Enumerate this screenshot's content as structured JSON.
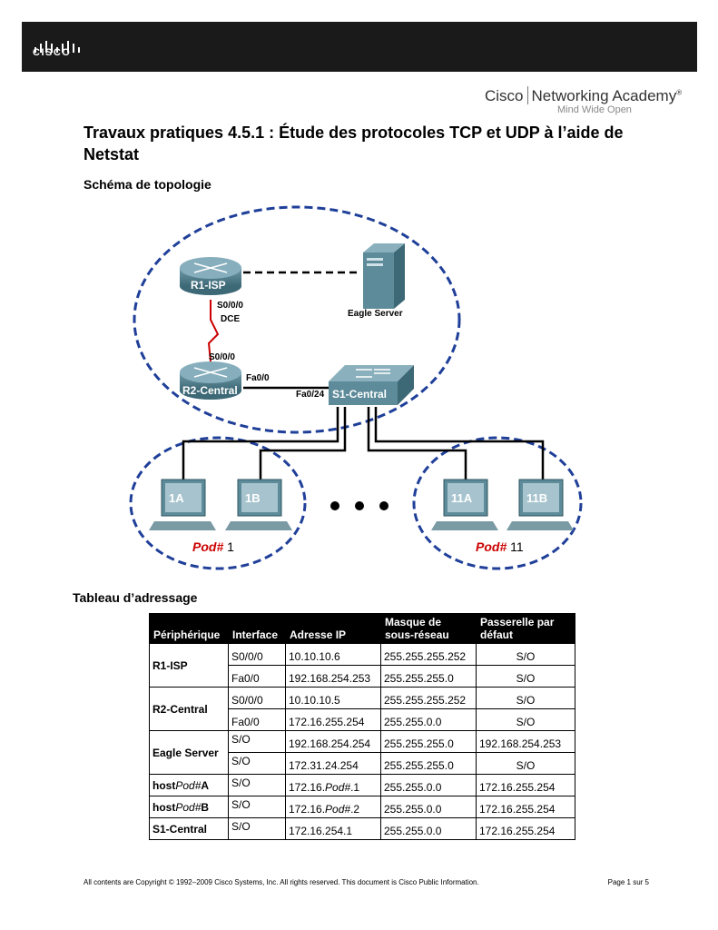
{
  "header": {
    "cisco_wordmark": "CISCO",
    "academy_left": "Cisco",
    "academy_right": "Networking Academy",
    "academy_tagline": "Mind Wide Open"
  },
  "title": "Travaux pratiques 4.5.1 : Étude des protocoles TCP et UDP à l’aide de Netstat",
  "topology_heading": "Schéma de topologie",
  "topology": {
    "r1": "R1-ISP",
    "r2": "R2-Central",
    "switch": "S1-Central",
    "server": "Eagle Server",
    "r1_if": "S0/0/0",
    "dce": "DCE",
    "r2_s_if": "S0/0/0",
    "r2_fa_if": "Fa0/0",
    "sw_if": "Fa0/24",
    "hosts": [
      "1A",
      "1B",
      "11A",
      "11B"
    ],
    "pod1_label": "Pod#",
    "pod1_num": "1",
    "pod11_label": "Pod#",
    "pod11_num": "11",
    "colors": {
      "dashed_ellipse": "#1f3f99",
      "serial_link": "#cc0000",
      "pod_label": "#cc0000",
      "device": "#4d7e8c"
    }
  },
  "address_heading": "Tableau d’adressage",
  "address_table": {
    "headers": [
      "Périphérique",
      "Interface",
      "Adresse IP",
      "Masque de sous-réseau",
      "Passerelle par défaut"
    ],
    "rows": [
      {
        "device": "R1-ISP",
        "interface": "S0/0/0",
        "ip": "10.10.10.6",
        "mask": "255.255.255.252",
        "gw": "S/O"
      },
      {
        "device": "",
        "interface": "Fa0/0",
        "ip": "192.168.254.253",
        "mask": "255.255.255.0",
        "gw": "S/O"
      },
      {
        "device": "R2-Central",
        "interface": "S0/0/0",
        "ip": "10.10.10.5",
        "mask": "255.255.255.252",
        "gw": "S/O"
      },
      {
        "device": "",
        "interface": "Fa0/0",
        "ip": "172.16.255.254",
        "mask": "255.255.0.0",
        "gw": "S/O"
      },
      {
        "device": "Eagle Server",
        "interface": "S/O",
        "ip": "192.168.254.254",
        "mask": "255.255.255.0",
        "gw": "192.168.254.253"
      },
      {
        "device": "",
        "interface": "S/O",
        "ip": "172.31.24.254",
        "mask": "255.255.255.0",
        "gw": "S/O"
      },
      {
        "device_prefix": "host",
        "device_pod": "Pod#",
        "device_suffix": "A",
        "interface": "S/O",
        "ip_prefix": "172.16.",
        "ip_pod": "Pod#",
        "ip_suffix": ".1",
        "mask": "255.255.0.0",
        "gw": "172.16.255.254"
      },
      {
        "device_prefix": "host",
        "device_pod": "Pod#",
        "device_suffix": "B",
        "interface": "S/O",
        "ip_prefix": "172.16.",
        "ip_pod": "Pod#",
        "ip_suffix": ".2",
        "mask": "255.255.0.0",
        "gw": "172.16.255.254"
      },
      {
        "device": "S1-Central",
        "interface": "S/O",
        "ip": "172.16.254.1",
        "mask": "255.255.0.0",
        "gw": "172.16.255.254"
      }
    ]
  },
  "footer": {
    "copyright": "All contents are Copyright © 1992–2009 Cisco Systems, Inc. All rights reserved. This document is Cisco Public Information.",
    "page": "Page 1 sur 5"
  }
}
